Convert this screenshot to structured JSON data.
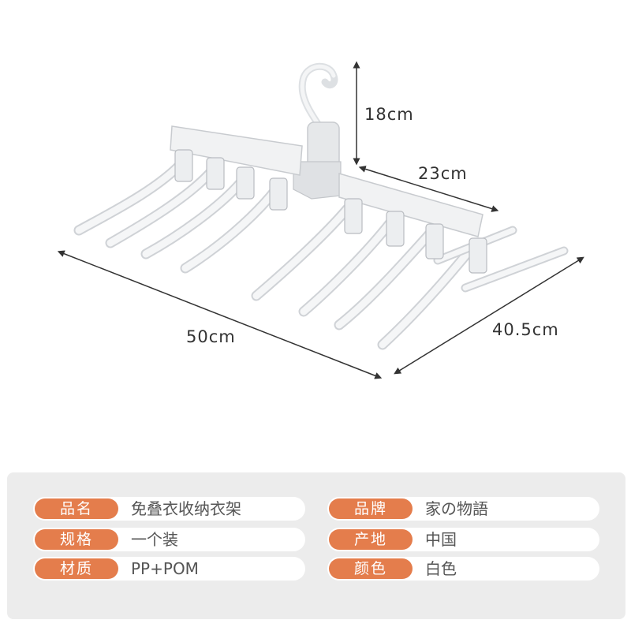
{
  "dimensions": {
    "height": "18cm",
    "arm_width": "23cm",
    "overall_width": "50cm",
    "depth": "40.5cm"
  },
  "specs": [
    {
      "key": "品名",
      "value": "免叠衣收纳衣架"
    },
    {
      "key": "品牌",
      "value": "家の物語"
    },
    {
      "key": "规格",
      "value": "一个装"
    },
    {
      "key": "产地",
      "value": "中国"
    },
    {
      "key": "材质",
      "value": "PP+POM"
    },
    {
      "key": "颜色",
      "value": "白色"
    }
  ],
  "colors": {
    "accent": "#e47d4c",
    "panel": "#ececec",
    "product": "#f2f3f4"
  }
}
